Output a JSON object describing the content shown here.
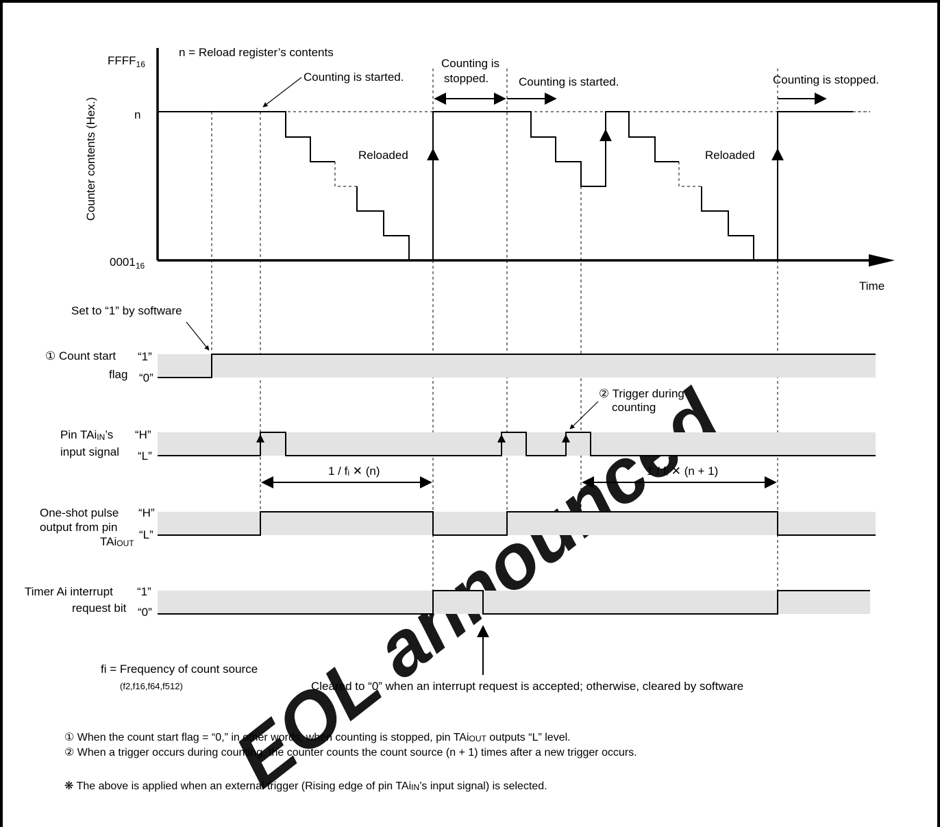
{
  "graph": {
    "y_axis_label": "Counter contents (Hex.)",
    "y_top_label": "FFFF",
    "y_top_sub": "16",
    "y_n_label": "n",
    "y_bottom_label": "0001",
    "y_bottom_sub": "16",
    "x_axis_label": "Time",
    "reload_note": "n = Reload register’s contents",
    "counting_started_1": "Counting is started.",
    "counting_stopped_1a": "Counting  is",
    "counting_stopped_1b": "stopped.",
    "counting_started_2": "Counting is started.",
    "counting_stopped_2": "Counting is stopped.",
    "reloaded_1": "Reloaded",
    "reloaded_2": "Reloaded"
  },
  "signals": {
    "set_by_software": "Set to “1” by software",
    "count_start": {
      "line1": "① Count start",
      "line2": "flag",
      "high": "“1”",
      "low": "“0”"
    },
    "trigger_note": {
      "line1": "② Trigger during",
      "line2": "counting"
    },
    "pin_input": {
      "line1_a": "Pin TAi",
      "line1_sub": "IN",
      "line1_b": "’s",
      "line2": "input signal",
      "high": "“H”",
      "low": "“L”"
    },
    "duration_1": "1 / f",
    "duration_1_sub": "i",
    "duration_1_b": " ✕ (n)",
    "duration_2": "1 / f",
    "duration_2_sub": "i",
    "duration_2_b": " ✕ (n + 1)",
    "one_shot": {
      "line1": "One-shot pulse",
      "line2": "output from pin",
      "line3_a": "TAi",
      "line3_sub": "OUT",
      "high": "“H”",
      "low": "“L”"
    },
    "interrupt": {
      "line1": "Timer Ai interrupt",
      "line2": "request bit",
      "high": "“1”",
      "low": "“0”"
    }
  },
  "notes": {
    "fi_def": "fi =  Frequency of count source",
    "fi_list": "(f2,f16,f64,f512)",
    "cleared": "Cleared to “0” when an interrupt request is accepted; otherwise, cleared by software",
    "note1_a": "① When the count start flag = “0,” in other words, when counting is stopped, pin TAi",
    "note1_sub": "OUT",
    "note1_b": " outputs “L” level.",
    "note2": "② When a trigger occurs during counting, the counter counts the count source (n + 1) times after a new trigger occurs.",
    "note3_a": "❋ The above is applied when an external trigger (Rising edge of pin TAi",
    "note3_sub": "IN",
    "note3_b": "’s input signal) is selected."
  },
  "watermark": "EOL announced",
  "colors": {
    "band": "#e3e3e3",
    "line": "#000000",
    "watermark": "#e60012"
  }
}
